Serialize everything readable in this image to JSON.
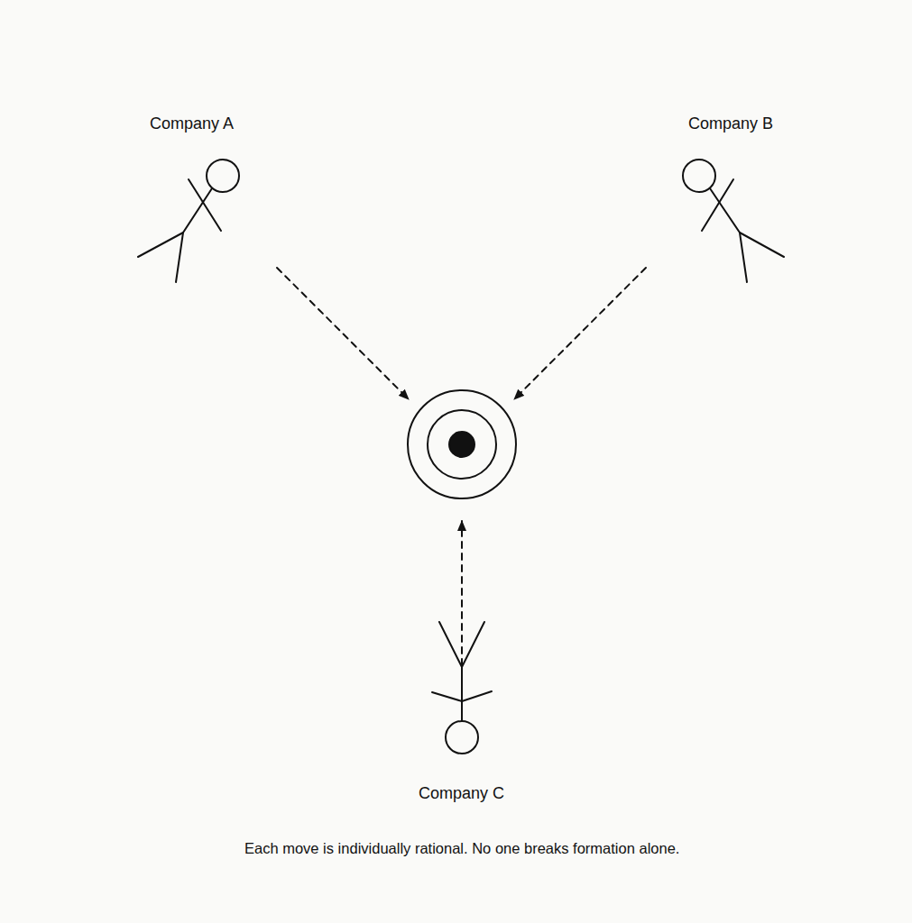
{
  "diagram": {
    "nodes": [
      {
        "text": [
          "Company A"
        ]
      },
      {
        "text": [
          "Company B"
        ]
      },
      {
        "text": [
          "Company C"
        ]
      }
    ],
    "caption": "Each move is individually rational. No one breaks formation alone."
  }
}
